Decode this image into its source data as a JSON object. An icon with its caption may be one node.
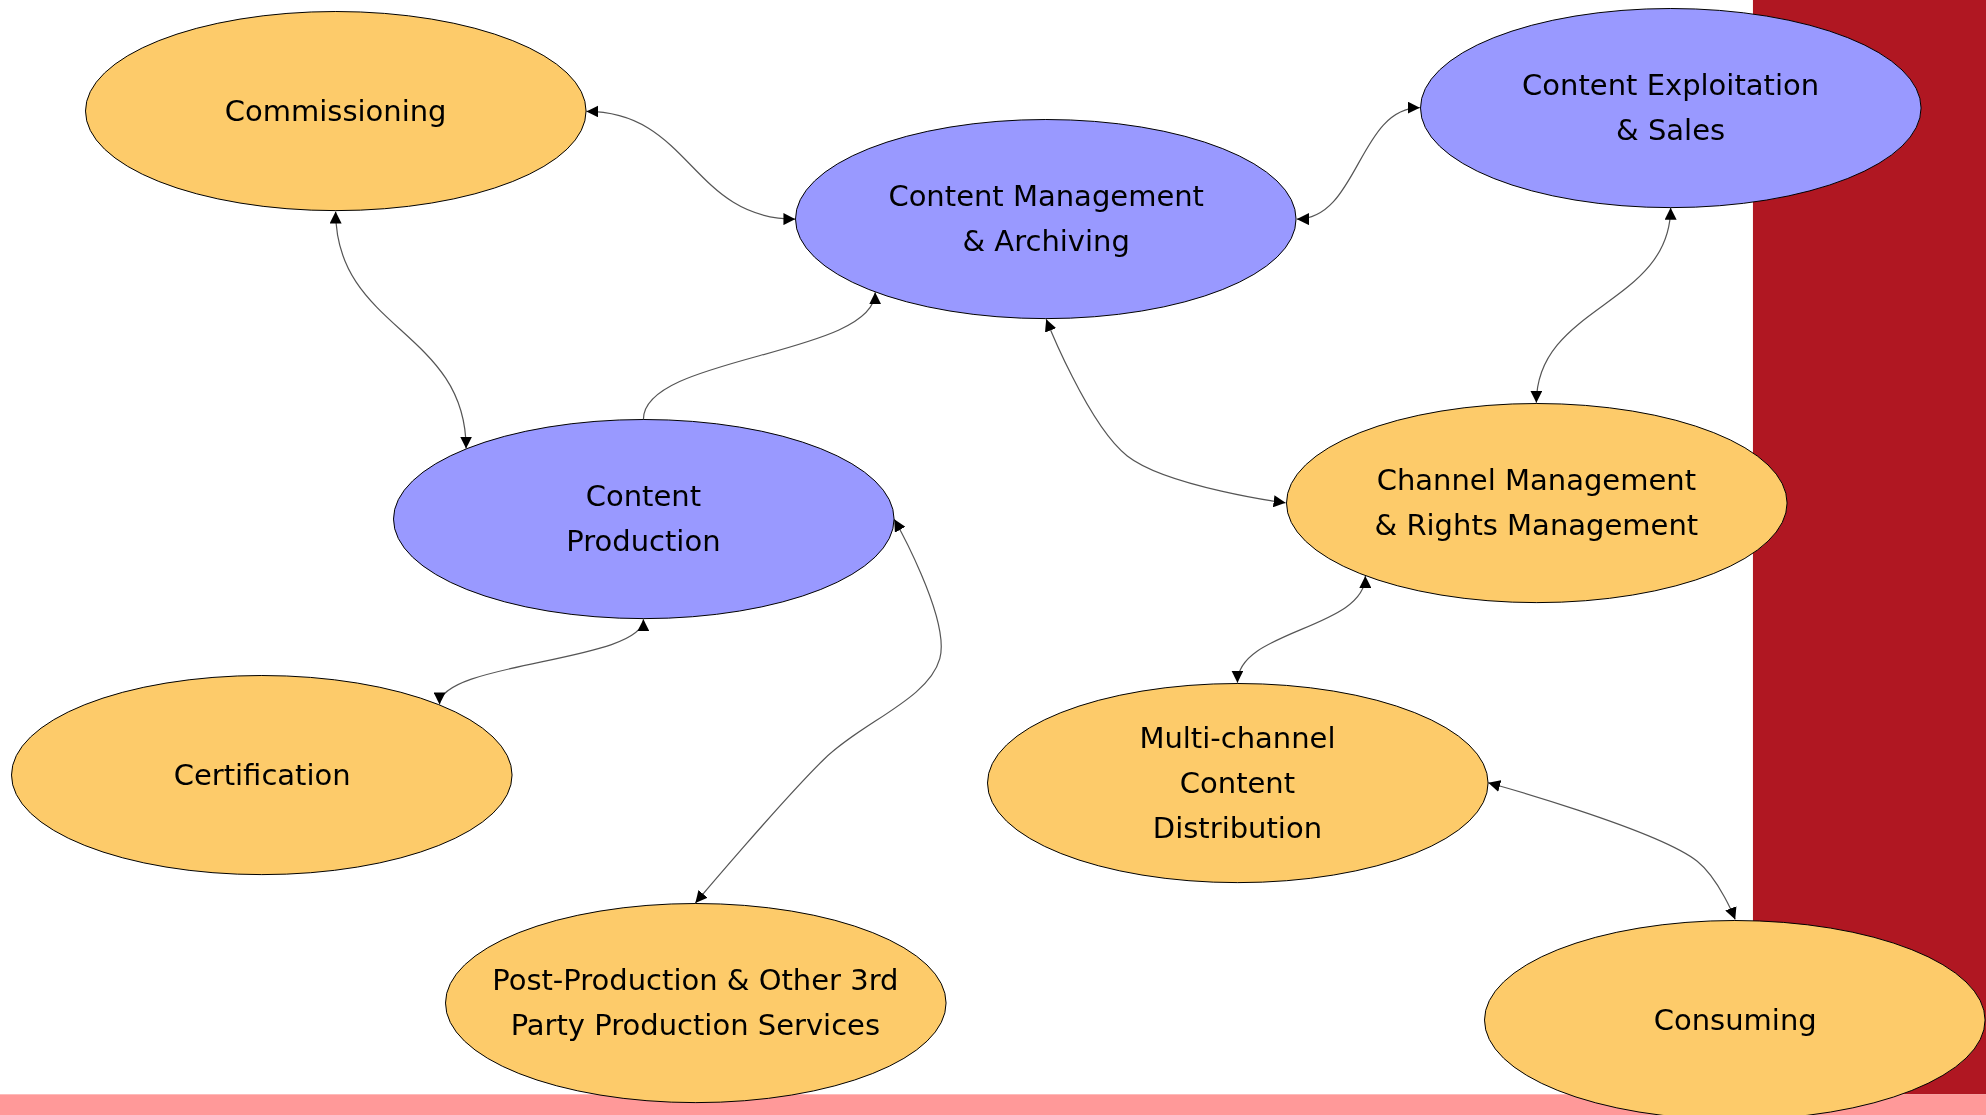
{
  "diagram": {
    "nodes": [
      {
        "text": [
          "Commissioning"
        ]
      },
      {
        "text": [
          "Content Management & Archiving"
        ]
      },
      {
        "text": [
          "Content Exploitation & Sales"
        ]
      },
      {
        "text": [
          "Content Production"
        ]
      },
      {
        "text": [
          "Channel Management & Rights Management"
        ]
      },
      {
        "text": [
          "Certification"
        ]
      },
      {
        "text": [
          "Multi-channel Content Distribution"
        ]
      },
      {
        "text": [
          "Post-Production & Other 3rd Party Production Services"
        ]
      },
      {
        "text": [
          "Consuming"
        ]
      }
    ],
    "edges": [
      {
        "from": 0,
        "to": 1,
        "arrow": "both"
      },
      {
        "from": 1,
        "to": 2,
        "arrow": "both"
      },
      {
        "from": 0,
        "to": 3,
        "arrow": "both"
      },
      {
        "from": 3,
        "to": 1,
        "arrow": "to"
      },
      {
        "from": 1,
        "to": 4,
        "arrow": "both"
      },
      {
        "from": 2,
        "to": 4,
        "arrow": "both"
      },
      {
        "from": 3,
        "to": 5,
        "arrow": "both"
      },
      {
        "from": 3,
        "to": 7,
        "arrow": "both"
      },
      {
        "from": 4,
        "to": 6,
        "arrow": "both"
      },
      {
        "from": 6,
        "to": 8,
        "arrow": "both"
      }
    ]
  }
}
